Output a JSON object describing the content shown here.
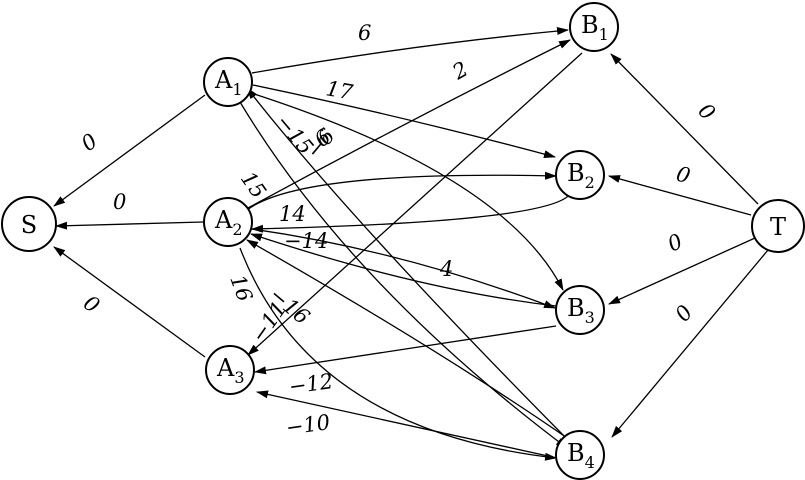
{
  "nodes": [
    {
      "id": "S",
      "label": "S",
      "sub": ""
    },
    {
      "id": "A1",
      "label": "A",
      "sub": "1"
    },
    {
      "id": "A2",
      "label": "A",
      "sub": "2"
    },
    {
      "id": "A3",
      "label": "A",
      "sub": "3"
    },
    {
      "id": "B1",
      "label": "B",
      "sub": "1"
    },
    {
      "id": "B2",
      "label": "B",
      "sub": "2"
    },
    {
      "id": "B3",
      "label": "B",
      "sub": "3"
    },
    {
      "id": "B4",
      "label": "B",
      "sub": "4"
    },
    {
      "id": "T",
      "label": "T",
      "sub": ""
    }
  ],
  "edges": [
    {
      "from": "A1",
      "to": "S",
      "weight": "0"
    },
    {
      "from": "A2",
      "to": "S",
      "weight": "0"
    },
    {
      "from": "A3",
      "to": "S",
      "weight": "0"
    },
    {
      "from": "T",
      "to": "B1",
      "weight": "0"
    },
    {
      "from": "T",
      "to": "B2",
      "weight": "0"
    },
    {
      "from": "T",
      "to": "B3",
      "weight": "0"
    },
    {
      "from": "T",
      "to": "B4",
      "weight": "0"
    },
    {
      "from": "A1",
      "to": "B1",
      "weight": "6"
    },
    {
      "from": "A1",
      "to": "B2",
      "weight": "17"
    },
    {
      "from": "A1",
      "to": "B3",
      "weight": "6"
    },
    {
      "from": "A1",
      "to": "B4",
      "weight": "15"
    },
    {
      "from": "A2",
      "to": "B1",
      "weight": "2"
    },
    {
      "from": "A2",
      "to": "B2",
      "weight": "14"
    },
    {
      "from": "A2",
      "to": "B3",
      "weight": "4"
    },
    {
      "from": "A2",
      "to": "B4",
      "weight": "16"
    },
    {
      "from": "B2",
      "to": "A2",
      "weight": "−14"
    },
    {
      "from": "B3",
      "to": "A2",
      "weight": "−16"
    },
    {
      "from": "B4",
      "to": "A1",
      "weight": "−15"
    },
    {
      "from": "B1",
      "to": "A3",
      "weight": "−11"
    },
    {
      "from": "B3",
      "to": "A3",
      "weight": "−12"
    },
    {
      "from": "B4",
      "to": "A3",
      "weight": "−10"
    },
    {
      "from": "B4",
      "to": "A2",
      "weight": "−6"
    }
  ]
}
